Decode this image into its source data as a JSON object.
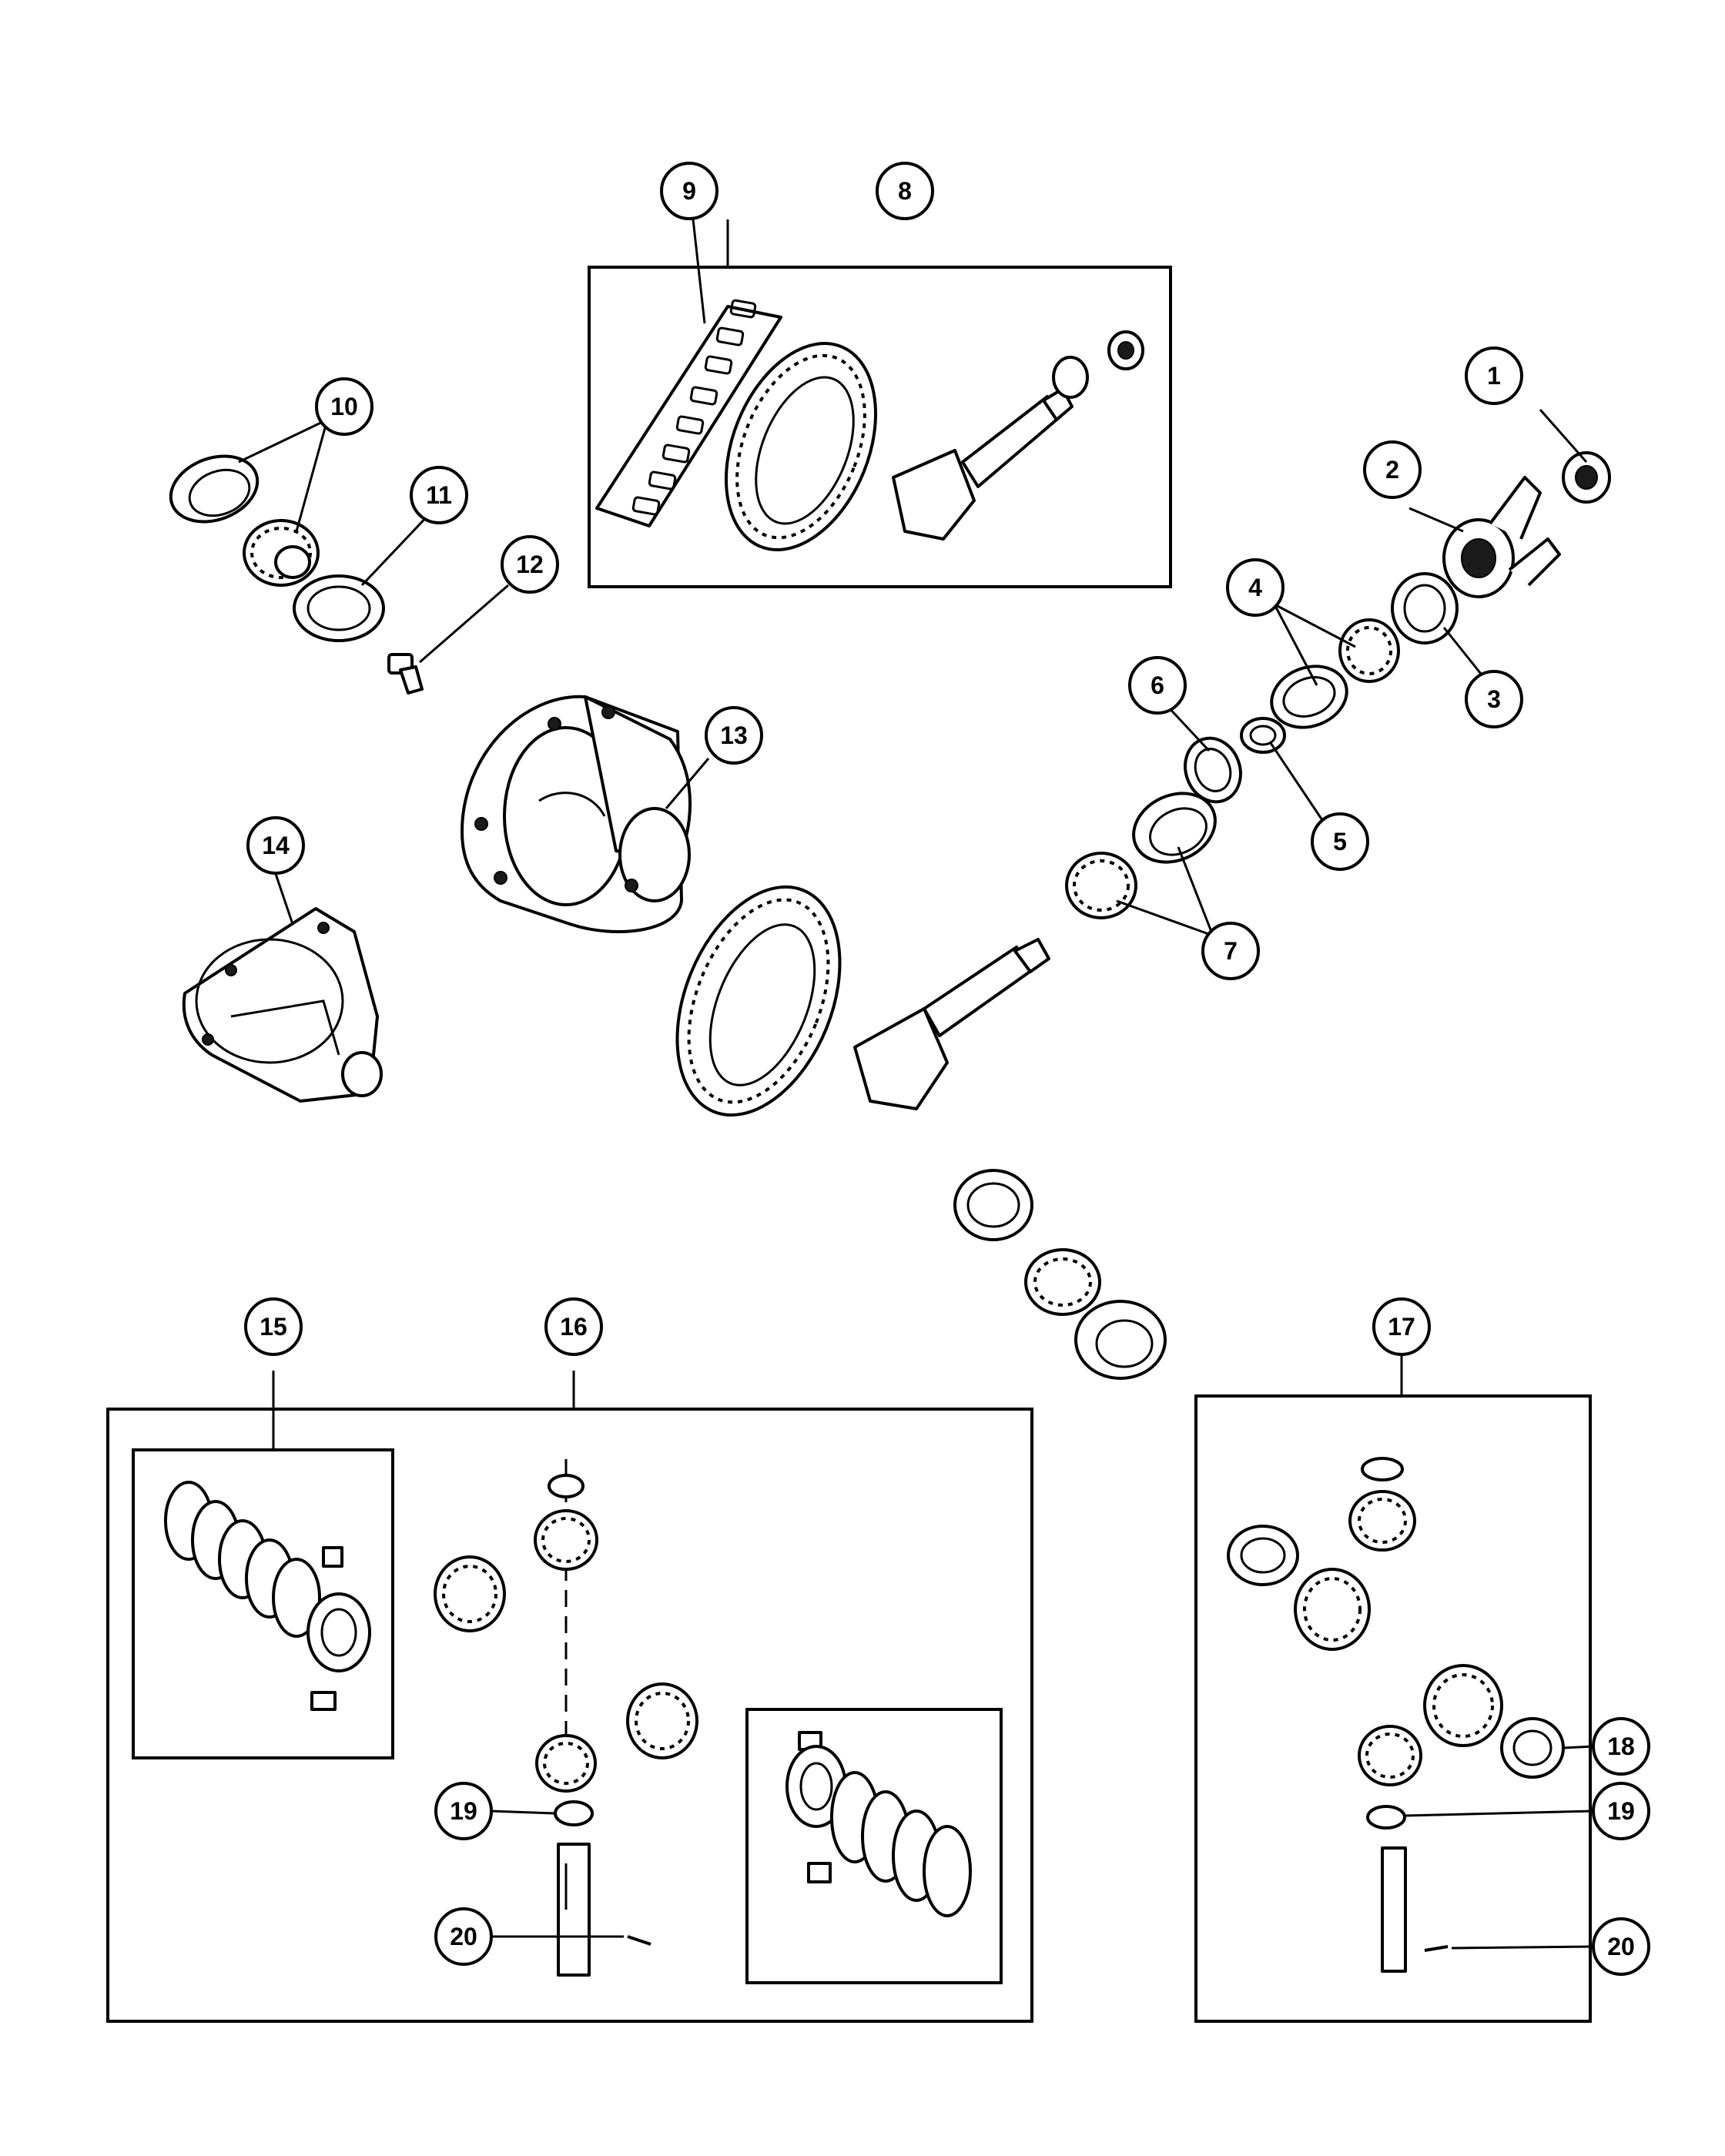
{
  "diagram": {
    "callouts": [
      {
        "id": "c1",
        "label": "1"
      },
      {
        "id": "c2",
        "label": "2"
      },
      {
        "id": "c3",
        "label": "3"
      },
      {
        "id": "c4",
        "label": "4"
      },
      {
        "id": "c5",
        "label": "5"
      },
      {
        "id": "c6",
        "label": "6"
      },
      {
        "id": "c7",
        "label": "7"
      },
      {
        "id": "c8",
        "label": "8"
      },
      {
        "id": "c9",
        "label": "9"
      },
      {
        "id": "c10",
        "label": "10"
      },
      {
        "id": "c11",
        "label": "11"
      },
      {
        "id": "c12",
        "label": "12"
      },
      {
        "id": "c13",
        "label": "13"
      },
      {
        "id": "c14",
        "label": "14"
      },
      {
        "id": "c15",
        "label": "15"
      },
      {
        "id": "c16",
        "label": "16"
      },
      {
        "id": "c17",
        "label": "17"
      },
      {
        "id": "c18",
        "label": "18"
      },
      {
        "id": "c19a",
        "label": "19"
      },
      {
        "id": "c19b",
        "label": "19"
      },
      {
        "id": "c20a",
        "label": "20"
      },
      {
        "id": "c20b",
        "label": "20"
      }
    ]
  }
}
